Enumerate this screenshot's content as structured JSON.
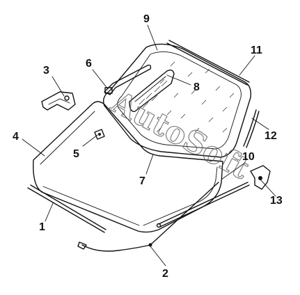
{
  "watermark": "AutoSoft",
  "callouts": [
    {
      "id": 1,
      "label": "1"
    },
    {
      "id": 2,
      "label": "2"
    },
    {
      "id": 3,
      "label": "3"
    },
    {
      "id": 4,
      "label": "4"
    },
    {
      "id": 5,
      "label": "5"
    },
    {
      "id": 6,
      "label": "6"
    },
    {
      "id": 7,
      "label": "7"
    },
    {
      "id": 8,
      "label": "8"
    },
    {
      "id": 9,
      "label": "9"
    },
    {
      "id": 10,
      "label": "10"
    },
    {
      "id": 11,
      "label": "11"
    },
    {
      "id": 12,
      "label": "12"
    },
    {
      "id": 13,
      "label": "13"
    }
  ]
}
